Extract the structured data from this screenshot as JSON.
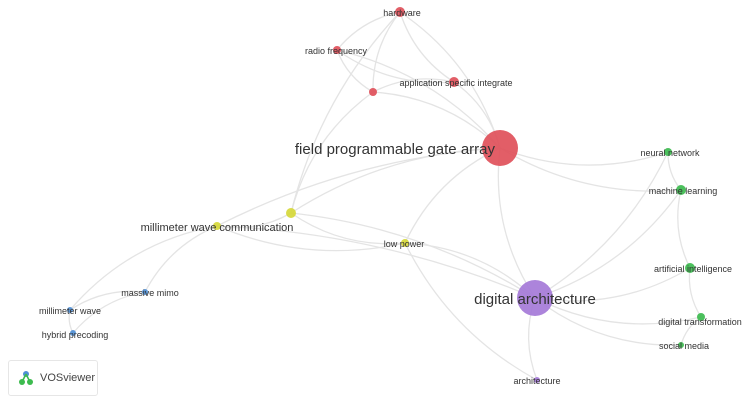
{
  "app": {
    "logo_text": "VOSviewer"
  },
  "clusters": {
    "red": "#e0505a",
    "purple": "#a57ad8",
    "green": "#3dbb4f",
    "blue": "#4f8fd6",
    "yellow": "#d6d83a"
  },
  "nodes": [
    {
      "id": "fpga",
      "label": "field programmable gate array",
      "cluster": "red"
    },
    {
      "id": "hardware",
      "label": "hardware",
      "cluster": "red"
    },
    {
      "id": "rf",
      "label": "radio frequency",
      "cluster": "red"
    },
    {
      "id": "asic",
      "label": "application specific integrate",
      "cluster": "red"
    },
    {
      "id": "red_small",
      "label": "",
      "cluster": "red"
    },
    {
      "id": "digital_arch",
      "label": "digital architecture",
      "cluster": "purple"
    },
    {
      "id": "architecture",
      "label": "architecture",
      "cluster": "purple"
    },
    {
      "id": "neural",
      "label": "neural network",
      "cluster": "green"
    },
    {
      "id": "ml",
      "label": "machine learning",
      "cluster": "green"
    },
    {
      "id": "ai",
      "label": "artificial intelligence",
      "cluster": "green"
    },
    {
      "id": "dt",
      "label": "digital transformation",
      "cluster": "green"
    },
    {
      "id": "sm",
      "label": "social media",
      "cluster": "green"
    },
    {
      "id": "mmwave_comm",
      "label": "millimeter wave communication",
      "cluster": "yellow"
    },
    {
      "id": "yellow_small",
      "label": "",
      "cluster": "yellow"
    },
    {
      "id": "low_power",
      "label": "low power",
      "cluster": "yellow"
    },
    {
      "id": "massive",
      "label": "massive mimo",
      "cluster": "blue"
    },
    {
      "id": "mmwave",
      "label": "millimeter wave",
      "cluster": "blue"
    },
    {
      "id": "hybrid",
      "label": "hybrid precoding",
      "cluster": "blue"
    }
  ],
  "links": [
    [
      "fpga",
      "hardware"
    ],
    [
      "fpga",
      "rf"
    ],
    [
      "fpga",
      "asic"
    ],
    [
      "fpga",
      "red_small"
    ],
    [
      "fpga",
      "neural"
    ],
    [
      "fpga",
      "ml"
    ],
    [
      "fpga",
      "digital_arch"
    ],
    [
      "fpga",
      "yellow_small"
    ],
    [
      "fpga",
      "low_power"
    ],
    [
      "fpga",
      "mmwave_comm"
    ],
    [
      "hardware",
      "rf"
    ],
    [
      "hardware",
      "asic"
    ],
    [
      "hardware",
      "red_small"
    ],
    [
      "hardware",
      "yellow_small"
    ],
    [
      "rf",
      "asic"
    ],
    [
      "rf",
      "red_small"
    ],
    [
      "asic",
      "red_small"
    ],
    [
      "red_small",
      "yellow_small"
    ],
    [
      "digital_arch",
      "ai"
    ],
    [
      "digital_arch",
      "dt"
    ],
    [
      "digital_arch",
      "sm"
    ],
    [
      "digital_arch",
      "ml"
    ],
    [
      "digital_arch",
      "neural"
    ],
    [
      "digital_arch",
      "architecture"
    ],
    [
      "digital_arch",
      "low_power"
    ],
    [
      "digital_arch",
      "yellow_small"
    ],
    [
      "digital_arch",
      "mmwave_comm"
    ],
    [
      "neural",
      "ml"
    ],
    [
      "ml",
      "ai"
    ],
    [
      "ai",
      "dt"
    ],
    [
      "dt",
      "sm"
    ],
    [
      "mmwave_comm",
      "yellow_small"
    ],
    [
      "mmwave_comm",
      "low_power"
    ],
    [
      "mmwave_comm",
      "massive"
    ],
    [
      "mmwave_comm",
      "mmwave"
    ],
    [
      "yellow_small",
      "low_power"
    ],
    [
      "massive",
      "mmwave"
    ],
    [
      "massive",
      "hybrid"
    ],
    [
      "mmwave",
      "hybrid"
    ],
    [
      "low_power",
      "architecture"
    ]
  ]
}
